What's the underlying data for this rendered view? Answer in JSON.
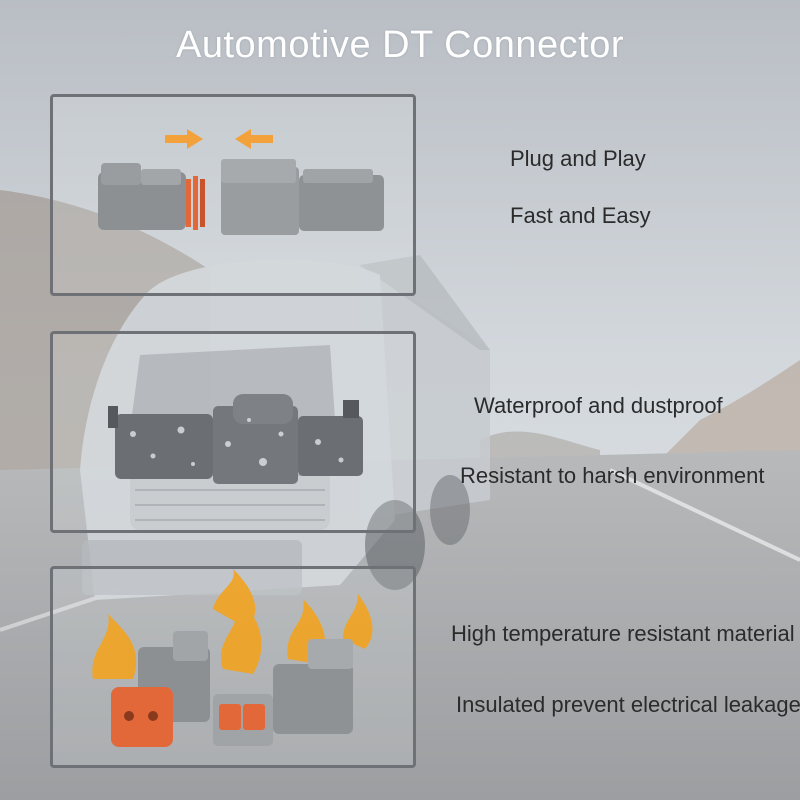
{
  "title": "Automotive DT Connector",
  "sections": [
    {
      "name": "connection",
      "features": [
        "Plug and Play",
        "Fast and Easy"
      ]
    },
    {
      "name": "sealing",
      "features": [
        "Waterproof and dustproof",
        "Resistant to harsh environment"
      ]
    },
    {
      "name": "heat",
      "features": [
        "High temperature resistant material",
        "Insulated prevent electrical leakage"
      ]
    }
  ],
  "colors": {
    "connector_gray": "#8d9093",
    "seal_orange": "#e2683a",
    "arrow_orange": "#f3a13a",
    "panel_border": "#6e7276",
    "flame": "#f2a31f"
  },
  "icons": [
    "arrow-right-icon",
    "arrow-left-icon",
    "flame-icon"
  ]
}
